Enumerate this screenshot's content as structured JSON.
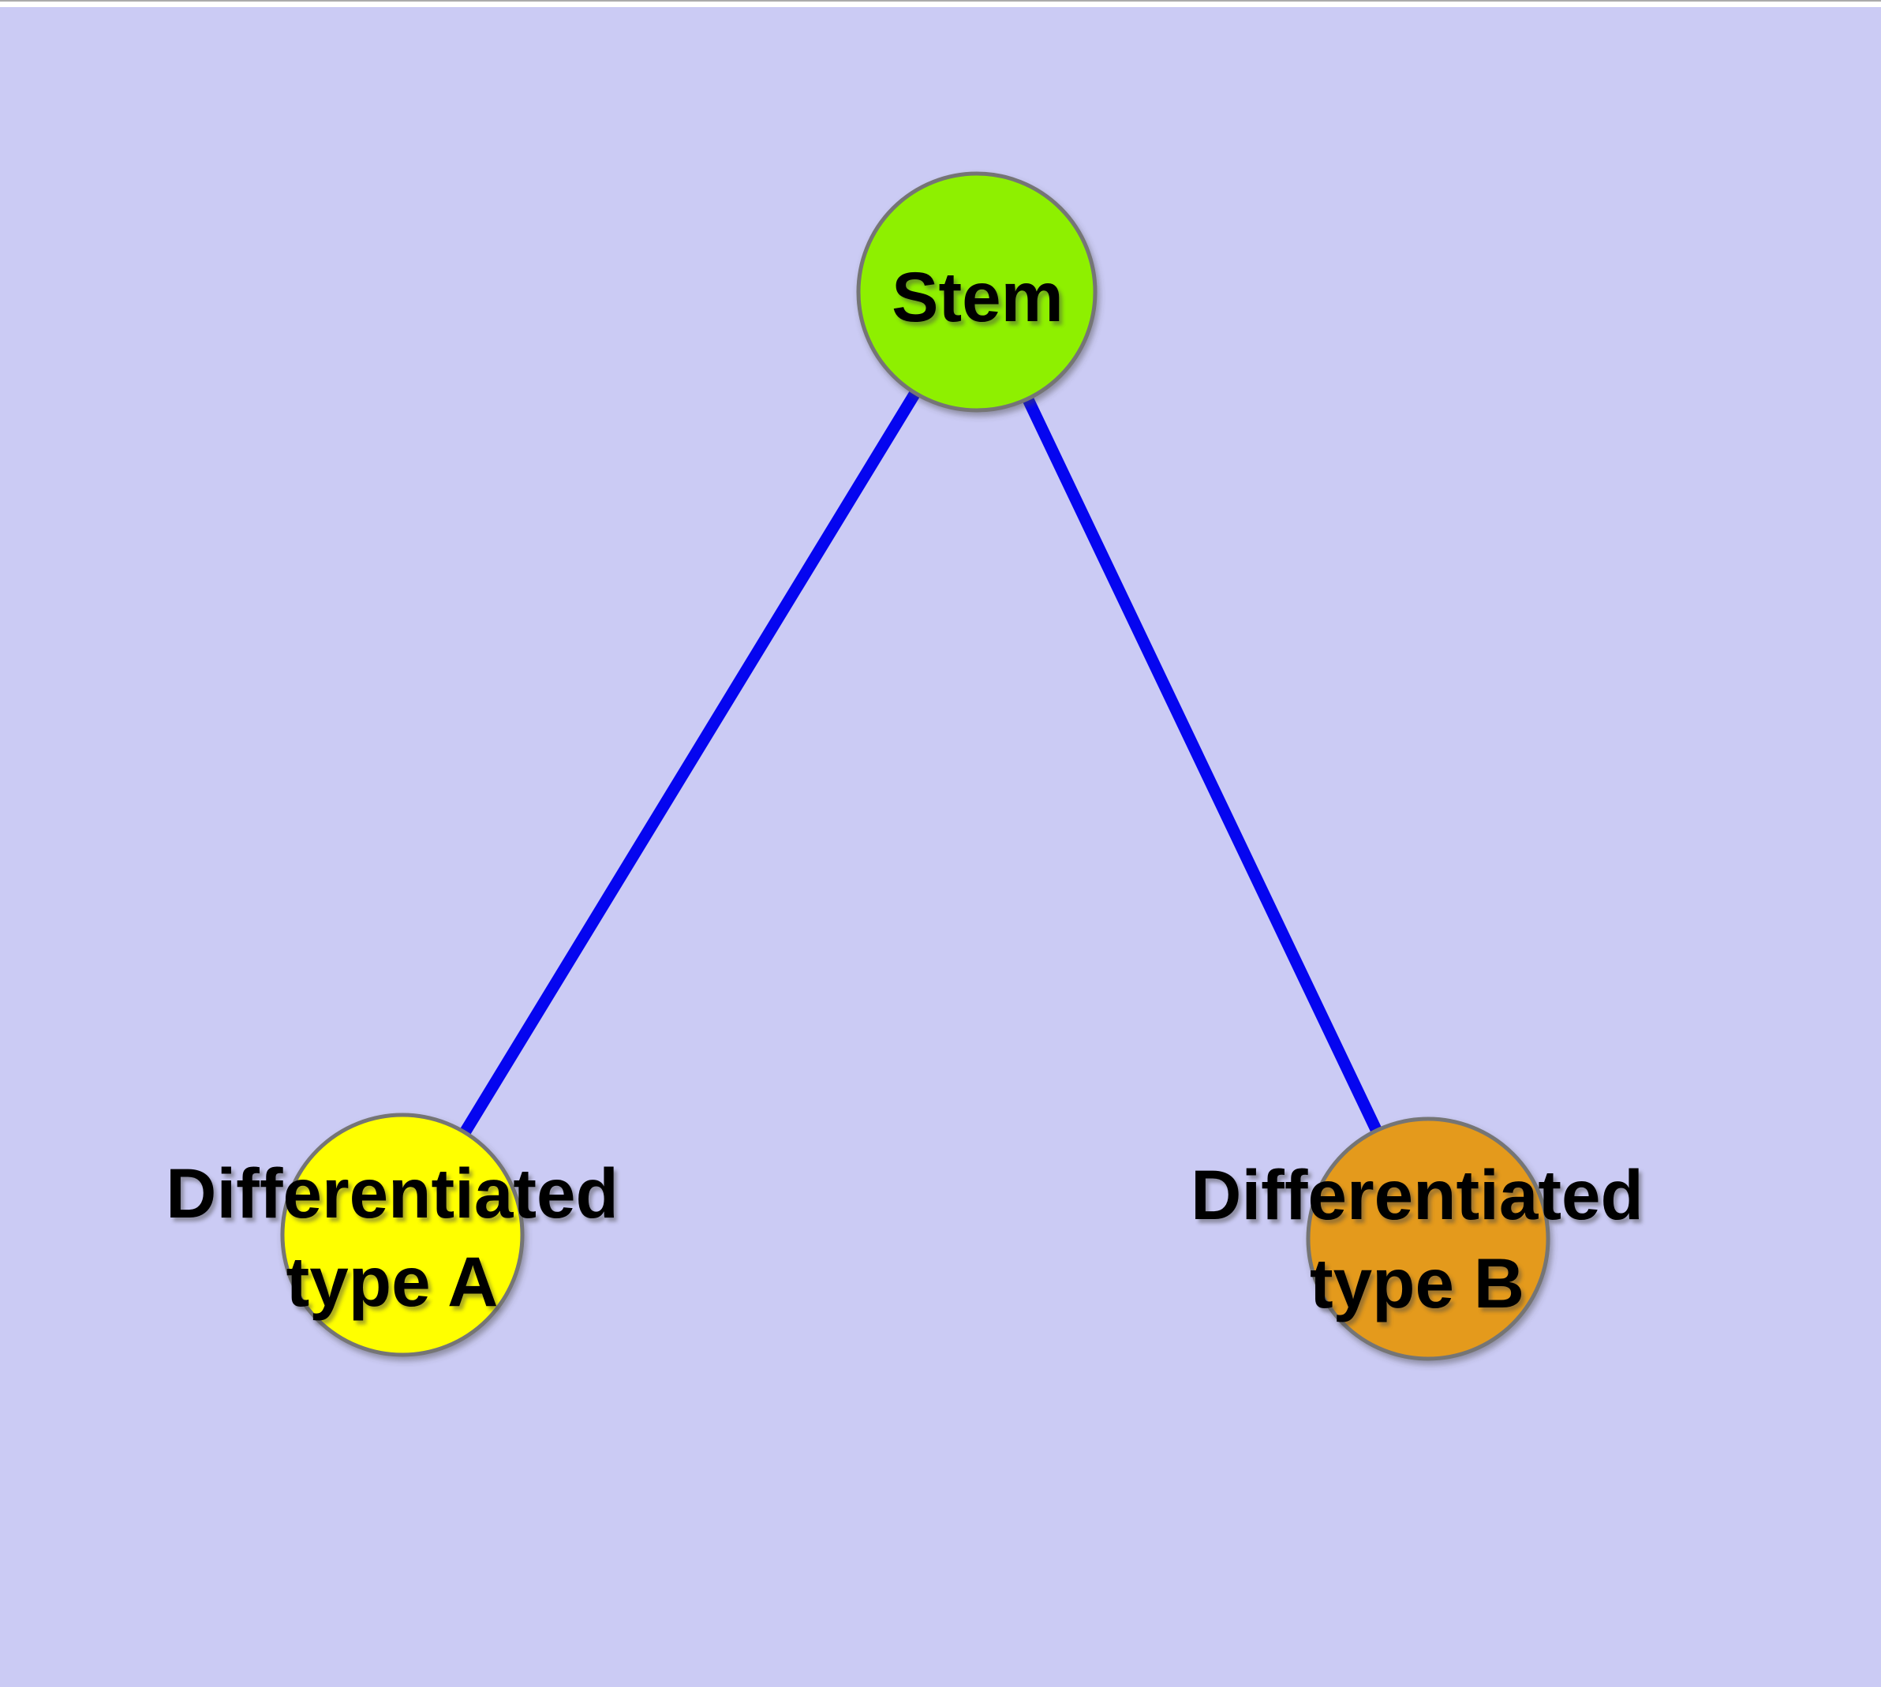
{
  "window": {
    "top_strip_color": "#FFFFFF",
    "top_strip_border_color": "#ABABAB"
  },
  "canvas": {
    "background_color": "#CBCBF4"
  },
  "graph": {
    "edge_color": "#0505F0",
    "edge_width": 15,
    "node_border_color": "#757575",
    "node_border_width": 5,
    "text_color": "#000000",
    "nodes": [
      {
        "id": "stem",
        "label": "Stem",
        "lines": [
          "Stem"
        ],
        "fill": "#8EF000"
      },
      {
        "id": "differentiated-type-a",
        "label": "Differentiated type A",
        "lines": [
          "Differentiated",
          "type A"
        ],
        "fill": "#FFFF00"
      },
      {
        "id": "differentiated-type-b",
        "label": "Differentiated type B",
        "lines": [
          "Differentiated",
          "type B"
        ],
        "fill": "#E49A1F"
      }
    ],
    "edges": [
      {
        "from": "Stem",
        "to": "Differentiated type A"
      },
      {
        "from": "Stem",
        "to": "Differentiated type B"
      }
    ]
  }
}
